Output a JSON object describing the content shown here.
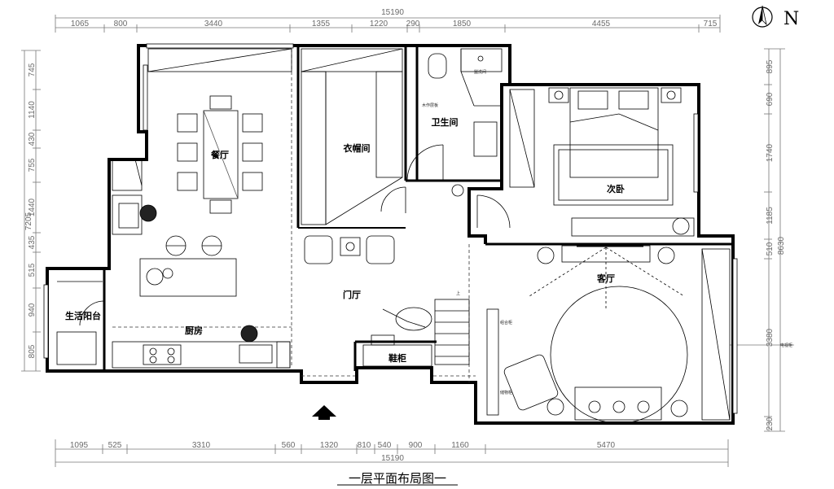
{
  "title": "一层平面布局图一",
  "north_label": "N",
  "top_dims": {
    "overall": "15190",
    "segments": [
      "1065",
      "800",
      "3440",
      "1355",
      "1220",
      "290",
      "1850",
      "4455",
      "715"
    ]
  },
  "bottom_dims": {
    "overall": "15190",
    "segments": [
      "1095",
      "525",
      "3310",
      "560",
      "1320",
      "810",
      "540",
      "900",
      "1160",
      "5470"
    ]
  },
  "left_dims": [
    "745",
    "1140",
    "430",
    "755",
    "1440",
    "435",
    "515",
    "940",
    "805"
  ],
  "left_overall": "7205",
  "right_dims": [
    "895",
    "690",
    "1740",
    "1185",
    "510",
    "3380",
    "230"
  ],
  "right_overall": "8630",
  "rooms": {
    "dining": "餐厅",
    "cloakroom": "衣帽间",
    "bathroom": "卫生间",
    "second_bedroom": "次卧",
    "living_room": "客厅",
    "foyer": "门厅",
    "kitchen": "厨房",
    "utility_balcony": "生活阳台",
    "shoe_cabinet": "鞋柜"
  },
  "small_labels": {
    "wood_board": "木作层板",
    "wash_area": "盥洗间",
    "combo_cabinet": "组合柜",
    "side_cabinet": "储物柜",
    "tv_cabinet": "电视柜",
    "stairs_up": "上"
  },
  "colors": {
    "wall": "#000000",
    "dim": "#6a6a6a"
  }
}
